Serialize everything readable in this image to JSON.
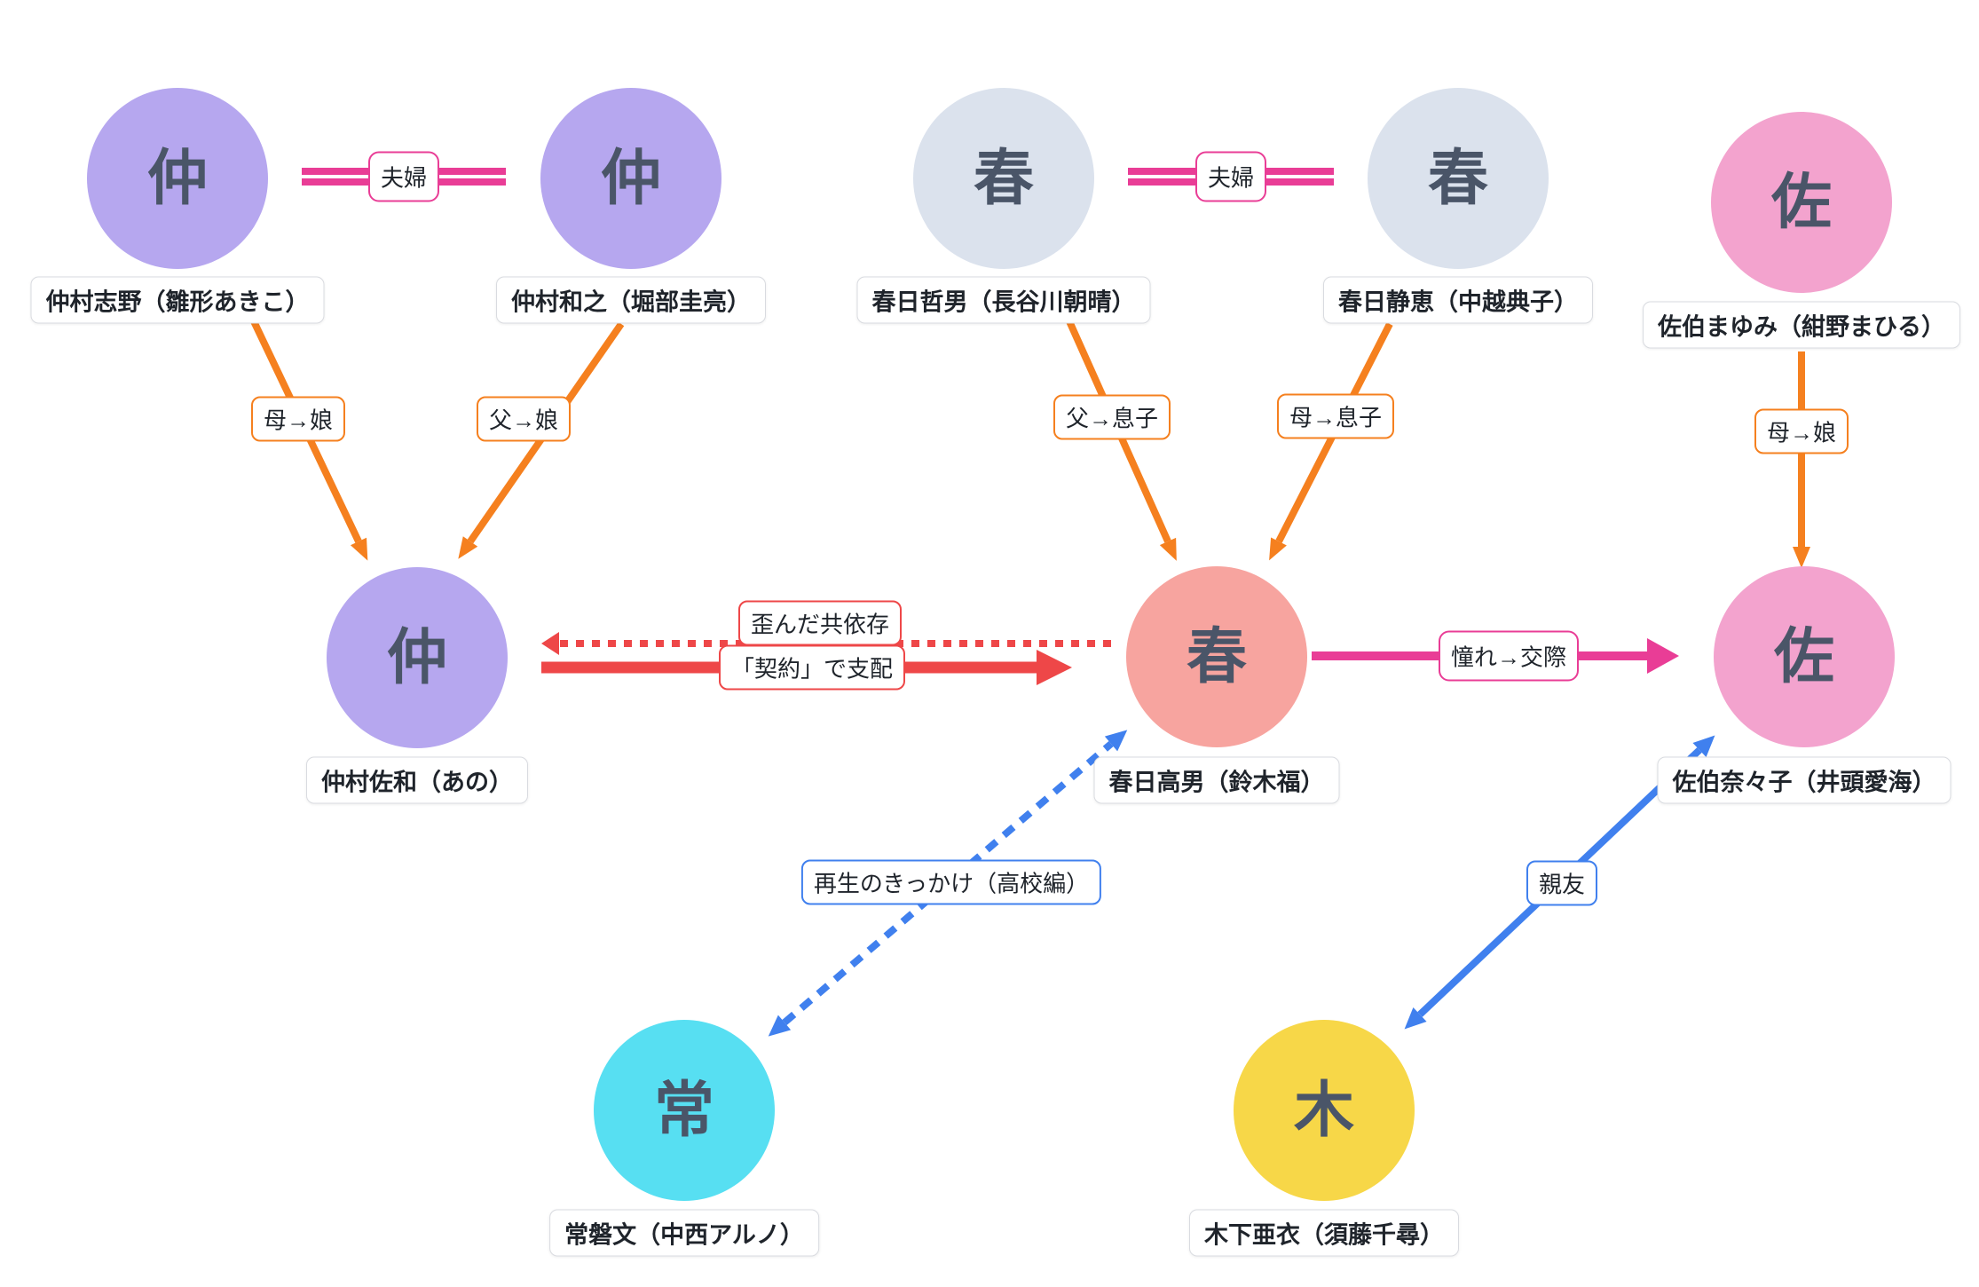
{
  "colors": {
    "background": "#ffffff",
    "node-purple": "#b6a7ef",
    "node-gray": "#dbe2ed",
    "node-pink": "#f3a3ce",
    "node-salmon": "#f7a49f",
    "node-cyan": "#57dff2",
    "node-yellow": "#f7d748",
    "node-char": "#4a5568",
    "orange": "#f5801f",
    "magenta": "#e93d96",
    "red": "#ee4748",
    "blue": "#4080ee",
    "label-border": "#d9dbe0",
    "text": "#1f242b"
  },
  "nodes": [
    {
      "char": "仲",
      "name": "仲村志野（雛形あきこ）"
    },
    {
      "char": "仲",
      "name": "仲村和之（堀部圭亮）"
    },
    {
      "char": "春",
      "name": "春日哲男（長谷川朝晴）"
    },
    {
      "char": "春",
      "name": "春日静恵（中越典子）"
    },
    {
      "char": "佐",
      "name": "佐伯まゆみ（紺野まひる）"
    },
    {
      "char": "仲",
      "name": "仲村佐和（あの）"
    },
    {
      "char": "春",
      "name": "春日高男（鈴木福）"
    },
    {
      "char": "佐",
      "name": "佐伯奈々子（井頭愛海）"
    },
    {
      "char": "常",
      "name": "常磐文（中西アルノ）"
    },
    {
      "char": "木",
      "name": "木下亜衣（須藤千尋）"
    }
  ],
  "edge_labels": {
    "couple_left": "夫婦",
    "couple_right": "夫婦",
    "mother_daughter_left": "母→娘",
    "father_daughter": "父→娘",
    "father_son": "父→息子",
    "mother_son": "母→息子",
    "mother_daughter_right": "母→娘",
    "codependency": "歪んだ共依存",
    "contract_control": "「契約」で支配",
    "admiration_dating": "憧れ→交際",
    "rebirth_trigger": "再生のきっかけ（高校編）",
    "best_friend": "親友"
  }
}
